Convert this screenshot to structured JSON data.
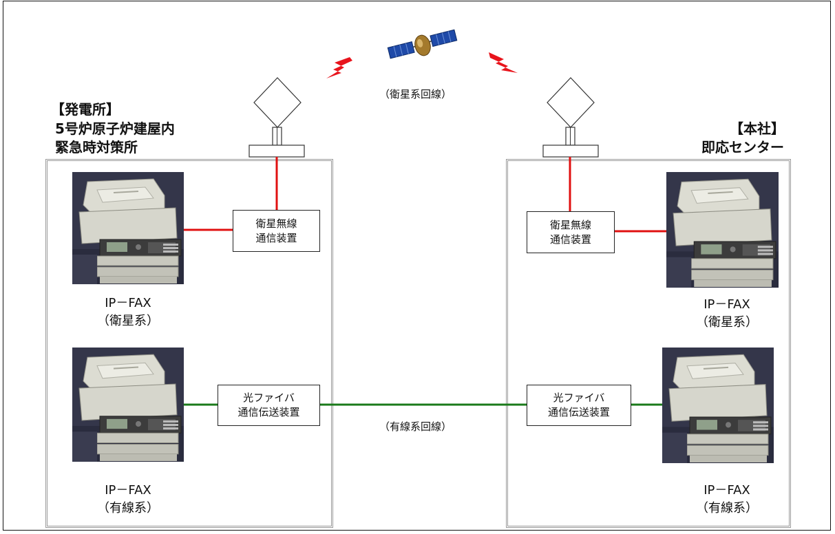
{
  "satellite": {
    "link_label": "（衛星系回線）"
  },
  "wired": {
    "link_label": "（有線系回線）"
  },
  "plant": {
    "label_lines": [
      "【発電所】",
      "5号炉原子炉建屋内",
      "緊急時対策所"
    ],
    "satellite_device": [
      "衛星無線",
      "通信装置"
    ],
    "fiber_device": [
      "光ファイバ",
      "通信伝送装置"
    ],
    "fax_satellite": [
      "IP－FAX",
      "（衛星系）"
    ],
    "fax_wired": [
      "IP－FAX",
      "（有線系）"
    ]
  },
  "hq": {
    "label_lines": [
      "【本社】",
      "即応センター"
    ],
    "satellite_device": [
      "衛星無線",
      "通信装置"
    ],
    "fiber_device": [
      "光ファイバ",
      "通信伝送装置"
    ],
    "fax_satellite": [
      "IP－FAX",
      "（衛星系）"
    ],
    "fax_wired": [
      "IP－FAX",
      "（有線系）"
    ]
  },
  "colors": {
    "satellite_line": "#e01010",
    "wired_line": "#1a7a1a",
    "box_border": "#9a9a9a",
    "lightning": "#e8141c"
  },
  "icons": [
    "satellite-icon",
    "lightning-icon",
    "antenna-icon",
    "fax-machine-icon"
  ]
}
